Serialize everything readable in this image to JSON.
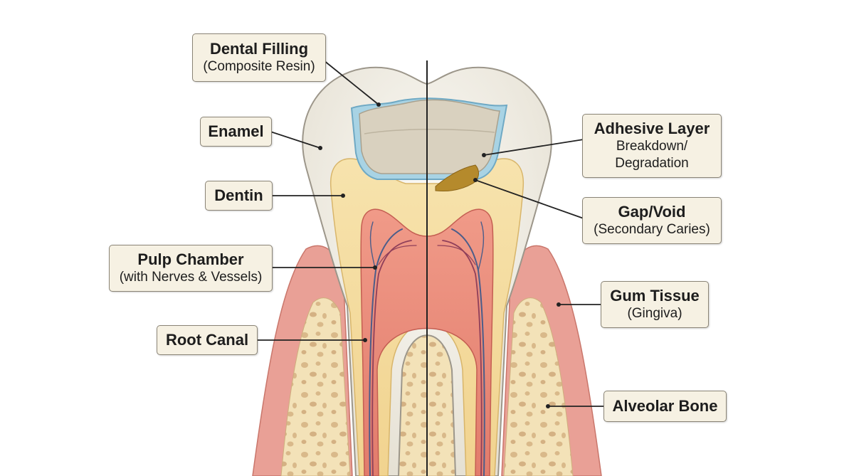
{
  "labels": {
    "dental_filling": {
      "title": "Dental Filling",
      "sub": "(Composite Resin)"
    },
    "enamel": {
      "title": "Enamel"
    },
    "dentin": {
      "title": "Dentin"
    },
    "pulp_chamber": {
      "title": "Pulp Chamber",
      "sub": "(with Nerves & Vessels)"
    },
    "root_canal": {
      "title": "Root Canal"
    },
    "adhesive_layer": {
      "title": "Adhesive Layer",
      "sub1": "Breakdown/",
      "sub2": "Degradation"
    },
    "gap_void": {
      "title": "Gap/Void",
      "sub": "(Secondary Caries)"
    },
    "gum_tissue": {
      "title": "Gum Tissue",
      "sub": "(Gingiva)"
    },
    "alveolar_bone": {
      "title": "Alveolar Bone"
    }
  },
  "colors": {
    "enamel": "#f3efe6",
    "dentin": "#f4dca0",
    "pulp": "#e98b7c",
    "gum": "#e9a096",
    "bone": "#f2dfb4",
    "filling": "#d8d0bd",
    "adhesive": "#9fcde0",
    "decay": "#b88a2a",
    "box_bg": "#f6f1e3"
  }
}
